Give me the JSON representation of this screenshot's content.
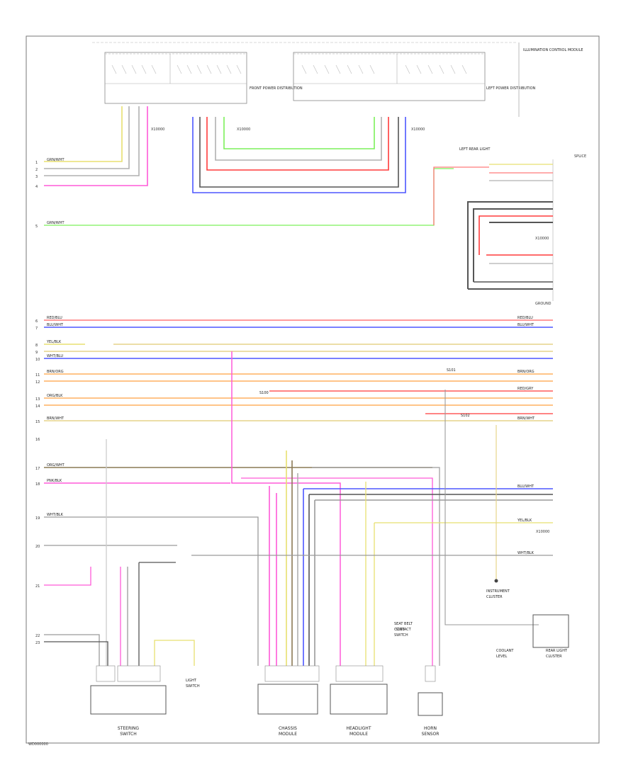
{
  "diagram": {
    "footer_code": "WD000000",
    "colors": {
      "white": "#b0b0b0",
      "yellow": "#e8e070",
      "pink": "#ff5ad8",
      "green": "#7cf05a",
      "red": "#ff3b3b",
      "blue": "#4d57ff",
      "black": "#333333",
      "gray": "#9a9a9a",
      "orange": "#ffb061",
      "tan": "#e6d48a",
      "brown": "#8a7a55",
      "lightred": "#ff7a7a"
    },
    "top_modules": {
      "left_label": "FRONT POWER DISTRIBUTION",
      "right_label": "LEFT POWER DISTRIBUTION",
      "far_right_label": "ILLUMINATION CONTROL MODULE"
    },
    "left_pins": [
      "1",
      "2",
      "3",
      "4",
      "5",
      "6",
      "7",
      "8",
      "9",
      "10",
      "11",
      "12",
      "13",
      "14",
      "15",
      "16",
      "17",
      "18",
      "19",
      "20",
      "21",
      "22",
      "23"
    ],
    "connector_labels": {
      "top_left": "X10000",
      "top_mid": "X10000",
      "top_right": "X10000",
      "right_upper": "X10000",
      "right_lower": "X10000"
    },
    "right_module": {
      "title": "LEFT REAR LIGHT",
      "ground": "GROUND",
      "note": "SPLICE"
    },
    "wire_labels": [
      "GRN/WHT",
      "RED/BLU",
      "BLU/WHT",
      "YEL/BLK",
      "WHT/BLU",
      "BRN/ORG",
      "ORG/BLK",
      "BRN/WHT",
      "ORG/WHT",
      "RED/GRY",
      "PNK/BLK",
      "WHT/BLK"
    ],
    "bottom_components": {
      "c1": [
        "STEERING",
        "SWITCH"
      ],
      "c2": [
        "CHASSIS",
        "MODULE"
      ],
      "c3": [
        "SEAT BELT",
        "CONTACT",
        "SWITCH"
      ],
      "c4": [
        "HEADLIGHT",
        "MODULE"
      ],
      "c5": [
        "HORN",
        "SENSOR"
      ],
      "c6": [
        "INSTRUMENT",
        "CLUSTER"
      ],
      "c7": [
        "LIGHT",
        "SWITCH"
      ],
      "c8": [
        "COOLANT",
        "LEVEL"
      ],
      "c9": [
        "REAR LIGHT",
        "CLUSTER"
      ]
    },
    "splice_labels": [
      "S100",
      "S101",
      "S102",
      "S103"
    ]
  }
}
